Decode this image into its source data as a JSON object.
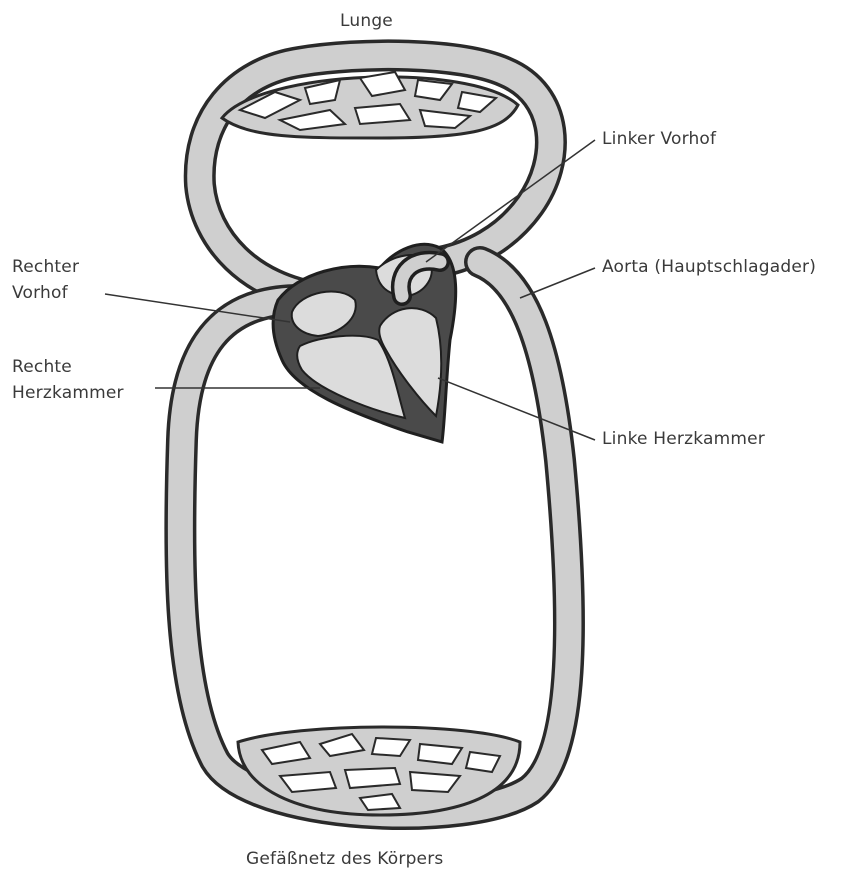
{
  "labels": {
    "lung": "Lunge",
    "left_atrium": "Linker Vorhof",
    "aorta": "Aorta (Hauptschlagader)",
    "right_atrium_line1": "Rechter",
    "right_atrium_line2": "Vorhof",
    "right_ventricle_line1": "Rechte",
    "right_ventricle_line2": "Herzkammer",
    "left_ventricle": "Linke Herzkammer",
    "body_vessels": "Gefäßnetz des Körpers"
  },
  "colors": {
    "vessel_fill": "#cfcfcf",
    "vessel_outline": "#2a2a2a",
    "heart_wall": "#4a4a4a",
    "chamber_fill": "#dcdcdc",
    "capillary_gap": "#ffffff",
    "leader_line": "#333333"
  }
}
